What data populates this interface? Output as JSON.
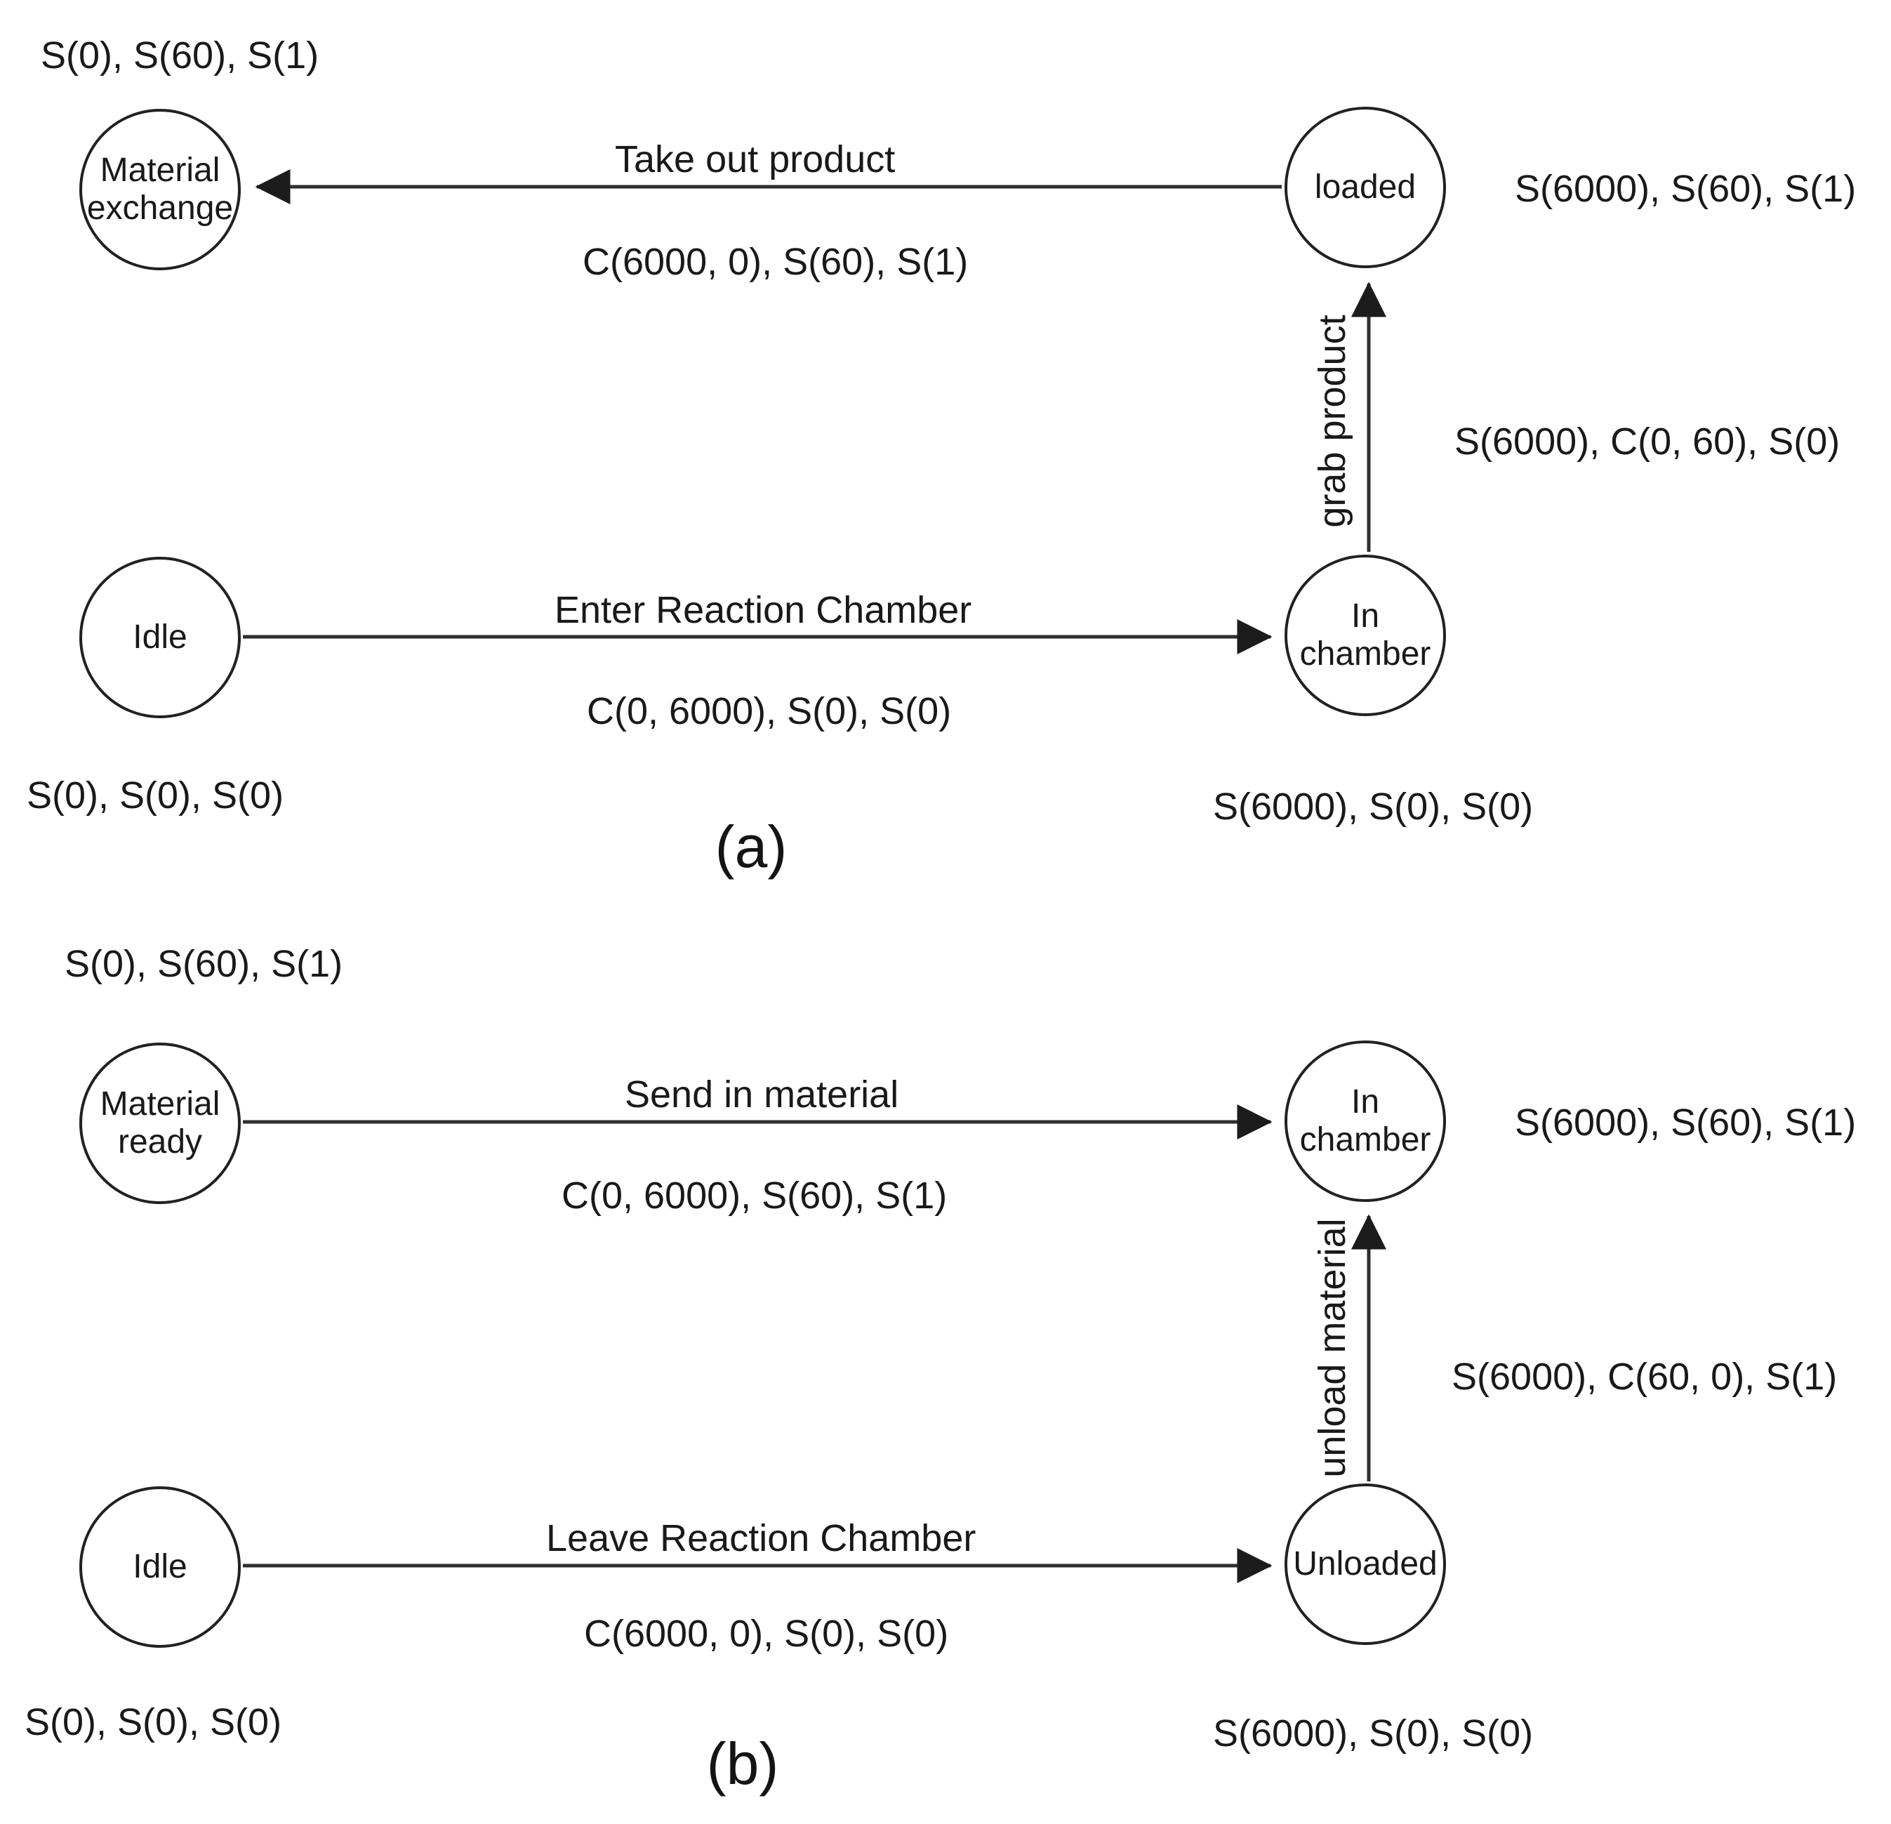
{
  "figure": {
    "background_color": "#ffffff",
    "line_color": "#2f2f2f",
    "text_color": "#191919",
    "a": {
      "caption": "(a)",
      "nodes": {
        "material_exchange": {
          "line1": "Material",
          "line2": "exchange",
          "state": "S(0), S(60), S(1)"
        },
        "loaded": {
          "line1": "loaded",
          "state": "S(6000), S(60), S(1)"
        },
        "idle": {
          "line1": "Idle",
          "state": "S(0), S(0), S(0)"
        },
        "in_chamber": {
          "line1": "In",
          "line2": "chamber",
          "state": "S(6000), S(0), S(0)"
        }
      },
      "transitions": {
        "take_out_product": {
          "label": "Take out product",
          "condition": "C(6000, 0), S(60), S(1)"
        },
        "enter_reaction_chamber": {
          "label": "Enter Reaction Chamber",
          "condition": "C(0, 6000), S(0), S(0)"
        },
        "grab_product": {
          "label": "grab product",
          "condition": "S(6000), C(0, 60), S(0)"
        }
      }
    },
    "b": {
      "caption": "(b)",
      "nodes": {
        "material_ready": {
          "line1": "Material",
          "line2": "ready",
          "state": "S(0), S(60), S(1)"
        },
        "in_chamber": {
          "line1": "In",
          "line2": "chamber",
          "state": "S(6000), S(60), S(1)"
        },
        "idle": {
          "line1": "Idle",
          "state": "S(0), S(0), S(0)"
        },
        "unloaded": {
          "line1": "Unloaded",
          "state": "S(6000), S(0), S(0)"
        }
      },
      "transitions": {
        "send_in_material": {
          "label": "Send in material",
          "condition": "C(0, 6000), S(60), S(1)"
        },
        "leave_reaction_chamber": {
          "label": "Leave Reaction Chamber",
          "condition": "C(6000, 0), S(0), S(0)"
        },
        "unload_material": {
          "label": "unload material",
          "condition": "S(6000), C(60, 0), S(1)"
        }
      }
    }
  }
}
